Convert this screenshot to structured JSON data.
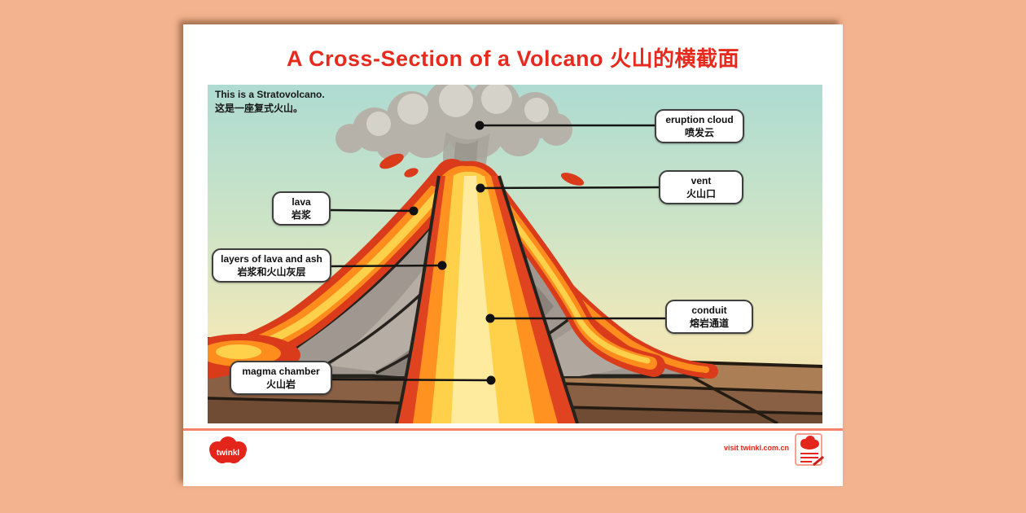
{
  "title": {
    "en": "A Cross-Section of a Volcano",
    "zh": "火山的横截面"
  },
  "note": {
    "line1": "This is a Stratovolcano.",
    "line2": "这是一座复式火山。"
  },
  "labels": [
    {
      "id": "eruption-cloud",
      "en": "eruption cloud",
      "zh": "喷发云"
    },
    {
      "id": "vent",
      "en": "vent",
      "zh": "火山口"
    },
    {
      "id": "lava",
      "en": "lava",
      "zh": "岩浆"
    },
    {
      "id": "layers-of-lava-and-ash",
      "en": "layers of lava and ash",
      "zh": "岩浆和火山灰层"
    },
    {
      "id": "conduit",
      "en": "conduit",
      "zh": "熔岩通道"
    },
    {
      "id": "magma-chamber",
      "en": "magma chamber",
      "zh": "火山岩"
    }
  ],
  "footer": {
    "logo_text": "twinkl",
    "visit_text": "visit twinkl.com.cn"
  },
  "colors": {
    "page_background": "#f2b38e",
    "sheet": "#ffffff",
    "title_red": "#e62b1e",
    "sky_top": "#aedbd2",
    "sky_bottom": "#f6dfa8",
    "lava_red": "#e04320",
    "lava_orange": "#ff9220",
    "lava_yellow": "#ffd04a",
    "rock_gray": "#a09890",
    "ground_brown": "#ab7e55",
    "footer_line_pink": "#f5836c",
    "brand_red": "#e4251b"
  }
}
